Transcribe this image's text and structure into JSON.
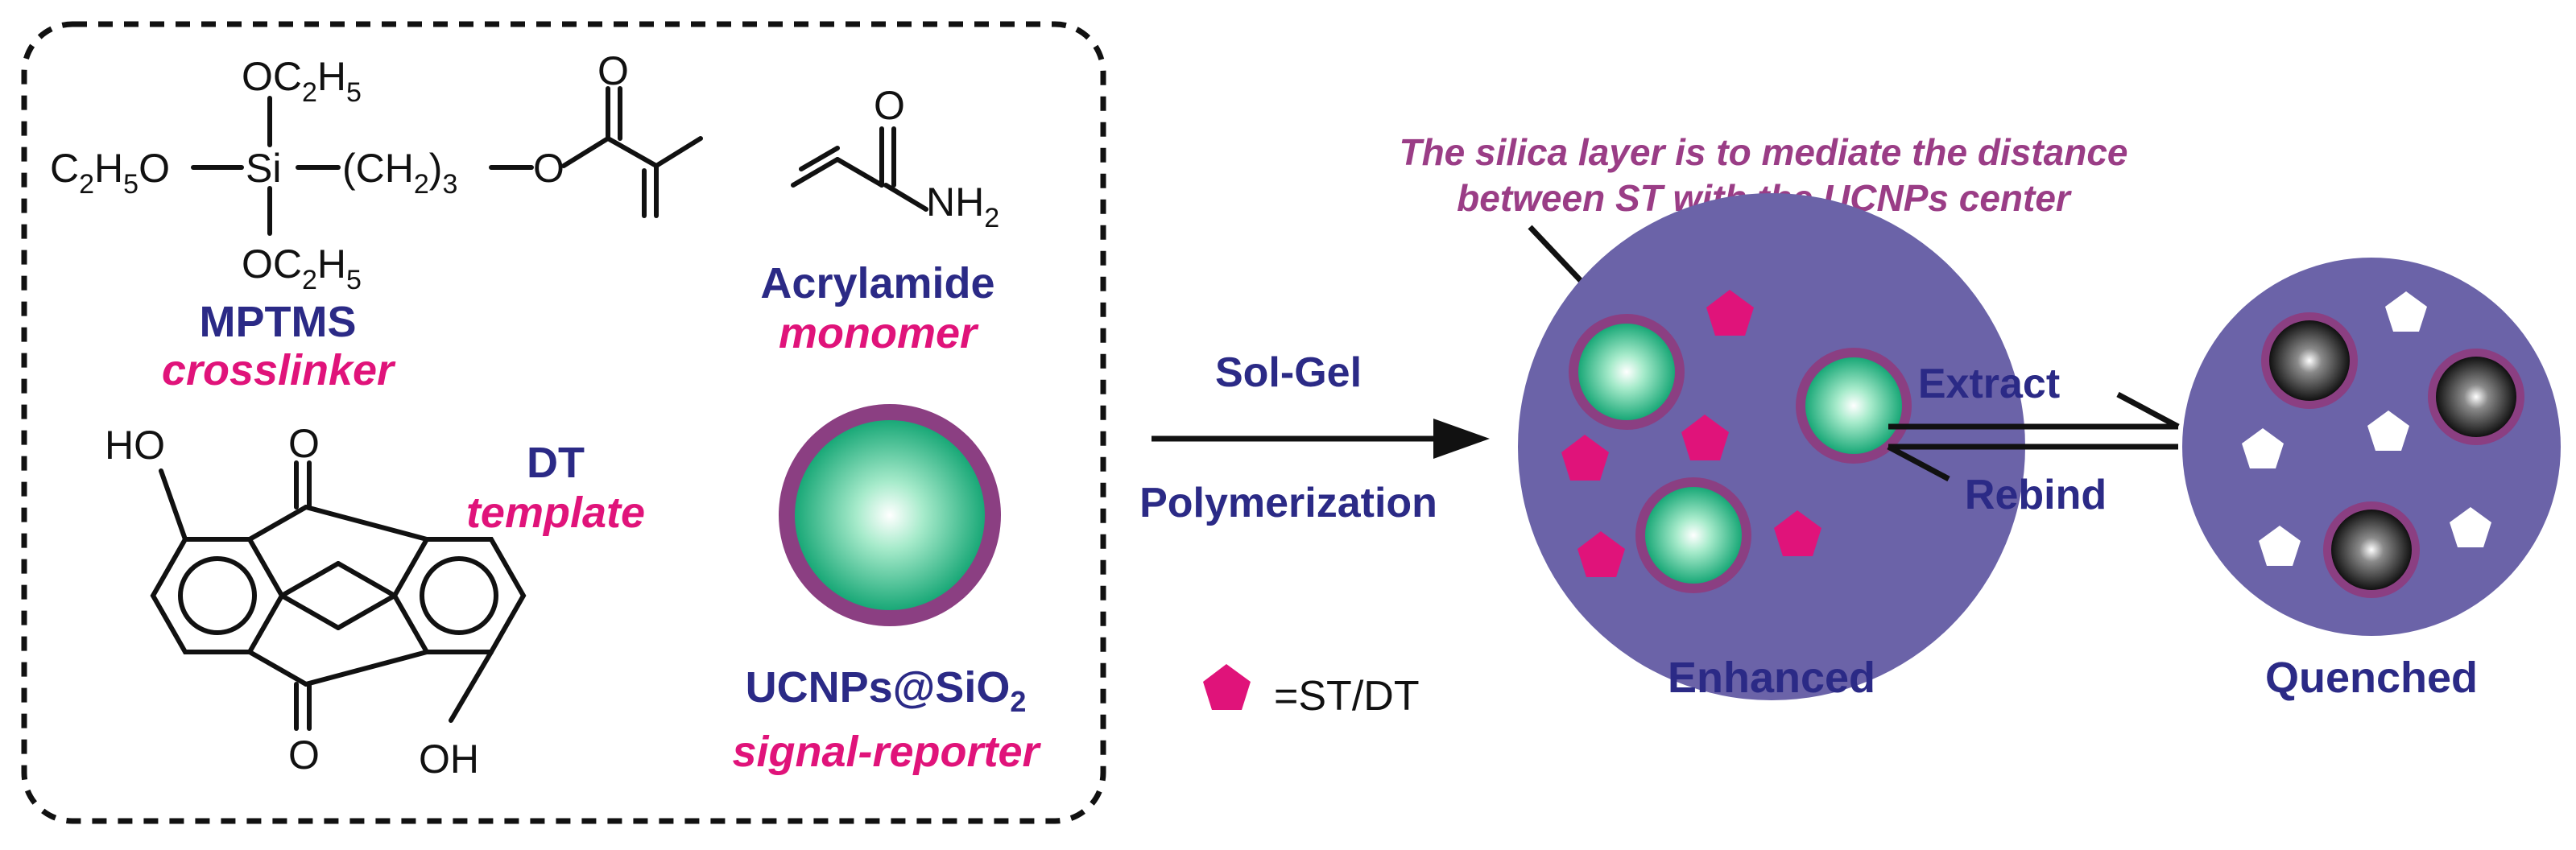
{
  "colors": {
    "navy_text": "#2b2a86",
    "pink_text": "#e0137a",
    "note_text": "#9a3d86",
    "particle_bg": "#6b63a8",
    "shell": "#8b3f82",
    "core_green": "#2dba84",
    "core_dark": "#1a1a1a",
    "template_mark": "#e0137a"
  },
  "reagents": {
    "mptms": {
      "name": "MPTMS",
      "role": "crosslinker",
      "formula": {
        "top_group": "OC",
        "top_sub1": "2",
        "top_mid": "H",
        "top_sub2": "5",
        "left_group": "C",
        "left_sub1": "2",
        "left_mid": "H",
        "left_sub2": "5",
        "left_tail": "O",
        "si": "Si",
        "chain_open": "(CH",
        "chain_sub": "2",
        "chain_close": ")",
        "chain_sub2": "3",
        "ester_o": "O",
        "carbonyl_o": "O",
        "bottom_group": "OC",
        "bottom_sub1": "2",
        "bottom_mid": "H",
        "bottom_sub2": "5"
      }
    },
    "acrylamide": {
      "name": "Acrylamide",
      "role": "monomer",
      "carbonyl_o": "O",
      "amine": "NH",
      "amine_sub": "2"
    },
    "dt": {
      "name": "DT",
      "role": "template",
      "hydroxyl_top": "HO",
      "hydroxyl_bottom": "OH",
      "ketone_top": "O",
      "ketone_bottom": "O"
    },
    "ucnps": {
      "name": "UCNPs@SiO",
      "name_sub": "2",
      "role": "signal-reporter"
    }
  },
  "process": {
    "step1_top": "Sol-Gel",
    "step1_bottom": "Polymerization",
    "step2_forward": "Extract",
    "step2_reverse": "Rebind"
  },
  "annotation": {
    "line1": "The silica layer is to mediate the distance",
    "line2": "between ST with the UCNPs center"
  },
  "states": {
    "enhanced": "Enhanced",
    "quenched": "Quenched"
  },
  "legend": {
    "symbol": "pentagon-icon",
    "text": "=ST/DT"
  }
}
